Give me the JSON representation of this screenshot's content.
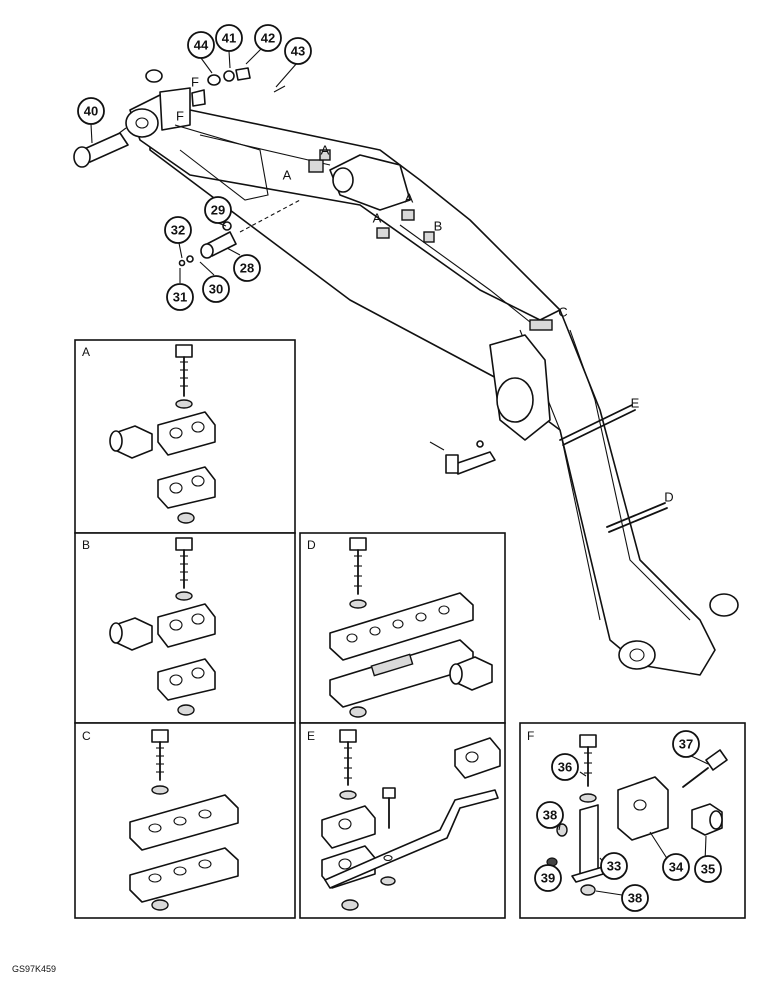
{
  "figure": {
    "code": "GS97K459"
  },
  "callouts": [
    {
      "id": "c44",
      "label": "44"
    },
    {
      "id": "c41",
      "label": "41"
    },
    {
      "id": "c42",
      "label": "42"
    },
    {
      "id": "c43",
      "label": "43"
    },
    {
      "id": "c40",
      "label": "40"
    },
    {
      "id": "c29",
      "label": "29"
    },
    {
      "id": "c32",
      "label": "32"
    },
    {
      "id": "c28",
      "label": "28"
    },
    {
      "id": "c30",
      "label": "30"
    },
    {
      "id": "c31",
      "label": "31"
    },
    {
      "id": "c37",
      "label": "37"
    },
    {
      "id": "c36",
      "label": "36"
    },
    {
      "id": "c38a",
      "label": "38"
    },
    {
      "id": "c33",
      "label": "33"
    },
    {
      "id": "c34",
      "label": "34"
    },
    {
      "id": "c35",
      "label": "35"
    },
    {
      "id": "c39",
      "label": "39"
    },
    {
      "id": "c38b",
      "label": "38"
    }
  ],
  "boom_letters": {
    "f1": "F",
    "f2": "F",
    "a1": "A",
    "a2": "A",
    "a3": "A",
    "a4": "A",
    "b1": "B",
    "c1": "C",
    "e1": "E",
    "d1": "D"
  },
  "panels": {
    "a": "A",
    "b": "B",
    "c": "C",
    "d": "D",
    "e": "E",
    "f": "F"
  }
}
